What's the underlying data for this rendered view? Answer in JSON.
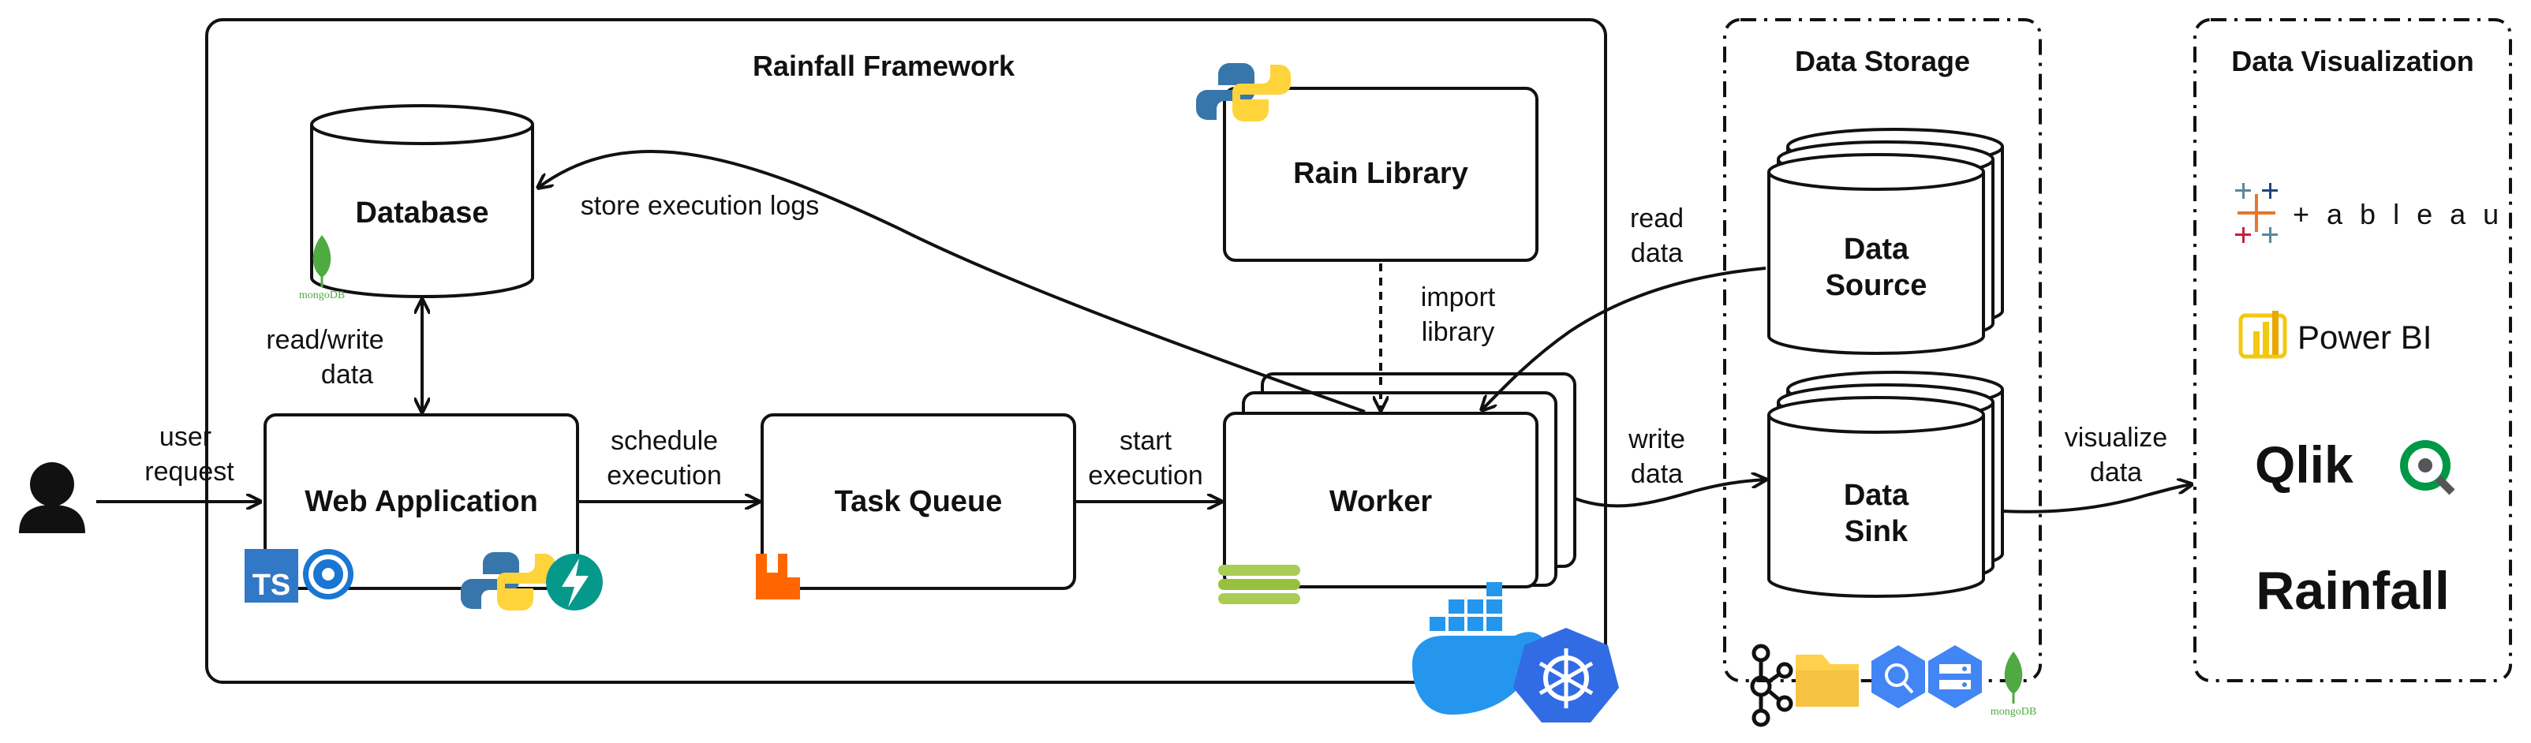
{
  "user": {
    "icon": "person-icon",
    "label_line1": "user",
    "label_line2": "request"
  },
  "framework": {
    "title": "Rainfall Framework"
  },
  "database": {
    "label": "Database",
    "logo_text": "mongoDB"
  },
  "web_app": {
    "label": "Web Application"
  },
  "task_queue": {
    "label": "Task Queue"
  },
  "worker": {
    "label": "Worker"
  },
  "rain_library": {
    "label": "Rain Library"
  },
  "arrows": {
    "store_logs": "store execution logs",
    "rw_line1": "read/write",
    "rw_line2": "data",
    "schedule_line1": "schedule",
    "schedule_line2": "execution",
    "start_line1": "start",
    "start_line2": "execution",
    "import_line1": "import",
    "import_line2": "library",
    "read_line1": "read",
    "read_line2": "data",
    "write_line1": "write",
    "write_line2": "data",
    "visualize_line1": "visualize",
    "visualize_line2": "data"
  },
  "data_storage": {
    "title": "Data Storage",
    "source_line1": "Data",
    "source_line2": "Source",
    "sink_line1": "Data",
    "sink_line2": "Sink",
    "logo_text": "mongoDB"
  },
  "data_visualization": {
    "title": "Data Visualization",
    "tableau": "+ a b l e a u",
    "powerbi": "Power BI",
    "qlik": "Qlik",
    "rainfall": "Rainfall"
  },
  "tech_icons": {
    "typescript": "TS",
    "colors": {
      "typescript": "#3178c6",
      "python_blue": "#3776ab",
      "python_yellow": "#ffd43b",
      "fastapi": "#05998b",
      "rabbitmq": "#ff6600",
      "celery": "#a9cc54",
      "docker": "#2496ed",
      "kubernetes": "#326ce5",
      "mongodb": "#4faa41",
      "gcs": "#4285f4",
      "folder": "#ffd04b",
      "powerbi": "#f2c811",
      "qlik_green": "#009845"
    }
  }
}
